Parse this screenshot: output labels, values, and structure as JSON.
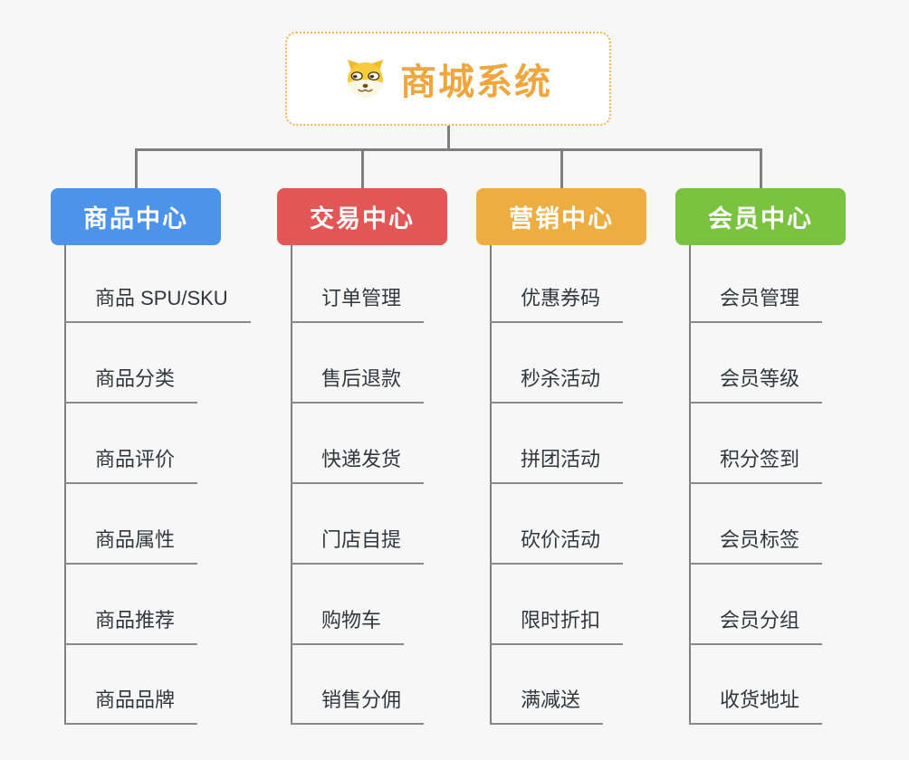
{
  "root": {
    "title": "商城系统",
    "icon": "dog-face-icon"
  },
  "branches": [
    {
      "label": "商品中心",
      "color": "#4C93EB",
      "children": [
        "商品 SPU/SKU",
        "商品分类",
        "商品评价",
        "商品属性",
        "商品推荐",
        "商品品牌"
      ]
    },
    {
      "label": "交易中心",
      "color": "#E25755",
      "children": [
        "订单管理",
        "售后退款",
        "快递发货",
        "门店自提",
        "购物车",
        "销售分佣"
      ]
    },
    {
      "label": "营销中心",
      "color": "#EDAD40",
      "children": [
        "优惠券码",
        "秒杀活动",
        "拼团活动",
        "砍价活动",
        "限时折扣",
        "满减送"
      ]
    },
    {
      "label": "会员中心",
      "color": "#79C340",
      "children": [
        "会员管理",
        "会员等级",
        "积分签到",
        "会员标签",
        "会员分组",
        "收货地址"
      ]
    }
  ],
  "colors": {
    "background": "#F7F7F7",
    "root_text": "#EFA63E",
    "root_border": "#F6B14E",
    "connector": "#7F7F7F",
    "child_text": "#33373C",
    "child_line": "#8A8A8A"
  }
}
